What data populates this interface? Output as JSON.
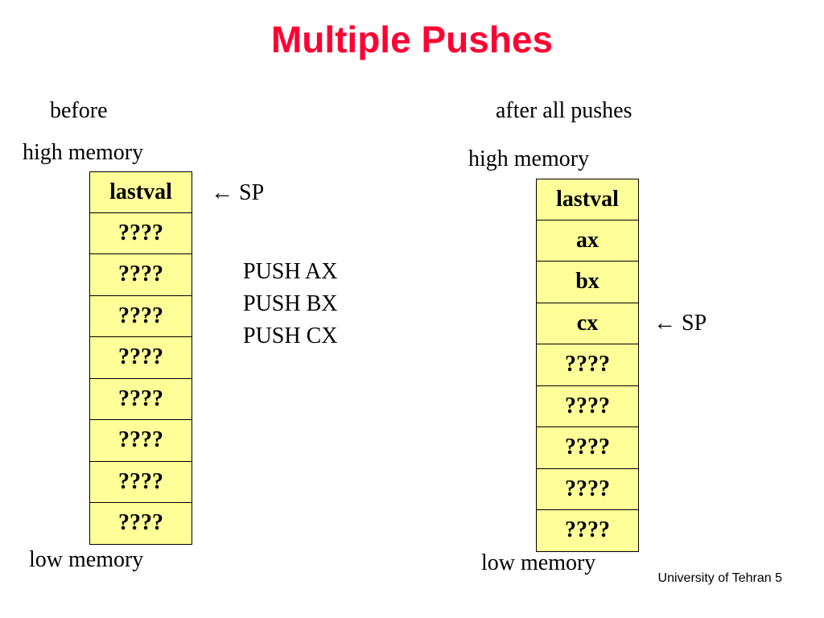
{
  "title": "Multiple Pushes",
  "left": {
    "caption": "before",
    "high_label": "high memory",
    "low_label": "low memory",
    "sp_label": "← SP",
    "cells": [
      "lastval",
      "????",
      "????",
      "????",
      "????",
      "????",
      "????",
      "????",
      "????"
    ]
  },
  "instructions": [
    "PUSH AX",
    "PUSH BX",
    "PUSH CX"
  ],
  "right": {
    "caption": "after all pushes",
    "high_label": "high memory",
    "low_label": "low memory",
    "sp_label": "← SP",
    "cells": [
      "lastval",
      "ax",
      "bx",
      "cx",
      "????",
      "????",
      "????",
      "????",
      "????"
    ]
  },
  "footer": "University of Tehran 5",
  "colors": {
    "title": "#ff0033",
    "cell_fill": "#ffff99"
  }
}
